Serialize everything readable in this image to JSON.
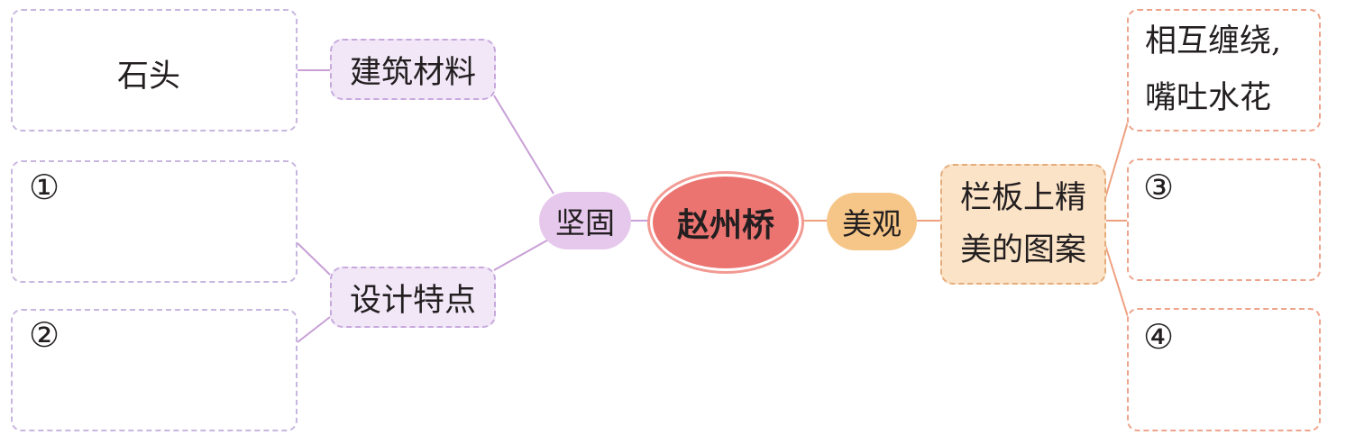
{
  "center": {
    "label": "赵州桥"
  },
  "left": {
    "branch": "坚固",
    "sub_material": {
      "label": "建筑材料",
      "answer": "石头"
    },
    "sub_design": {
      "label": "设计特点",
      "blank1": "①",
      "blank2": "②"
    }
  },
  "right": {
    "branch": "美观",
    "sub_pattern": {
      "label_line1": "栏板上精",
      "label_line2": "美的图案"
    },
    "leaf1_line1": "相互缠绕,",
    "leaf1_line2": "嘴吐水花",
    "blank3": "③",
    "blank4": "④"
  },
  "colors": {
    "purple_line": "#c89fd6",
    "orange_line": "#eea080",
    "center_fill": "#eb7471"
  }
}
